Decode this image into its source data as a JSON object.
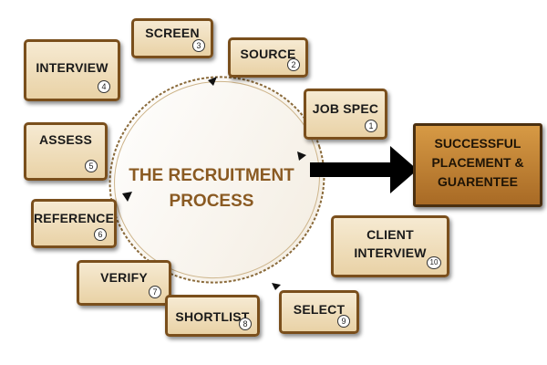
{
  "center": {
    "line1": "THE RECRUITMENT",
    "line2": "PROCESS"
  },
  "steps": [
    {
      "label": "JOB SPEC",
      "number": "1"
    },
    {
      "label": "SOURCE",
      "number": "2"
    },
    {
      "label": "SCREEN",
      "number": "3"
    },
    {
      "label": "INTERVIEW",
      "number": "4"
    },
    {
      "label": "ASSESS",
      "number": "5"
    },
    {
      "label": "REFERENCE",
      "number": "6"
    },
    {
      "label": "VERIFY",
      "number": "7"
    },
    {
      "label": "SHORTLIST",
      "number": "8"
    },
    {
      "label": "SELECT",
      "number": "9"
    },
    {
      "label_line1": "CLIENT",
      "label_line2": "INTERVIEW",
      "number": "10"
    }
  ],
  "result": {
    "line1": "SUCCESSFUL",
    "line2": "PLACEMENT &",
    "line3": "GUARENTEE"
  },
  "colors": {
    "box_fill": "#efdcb8",
    "box_border": "#7a4f1c",
    "result_fill": "#c17f35",
    "arrow": "#000000"
  }
}
